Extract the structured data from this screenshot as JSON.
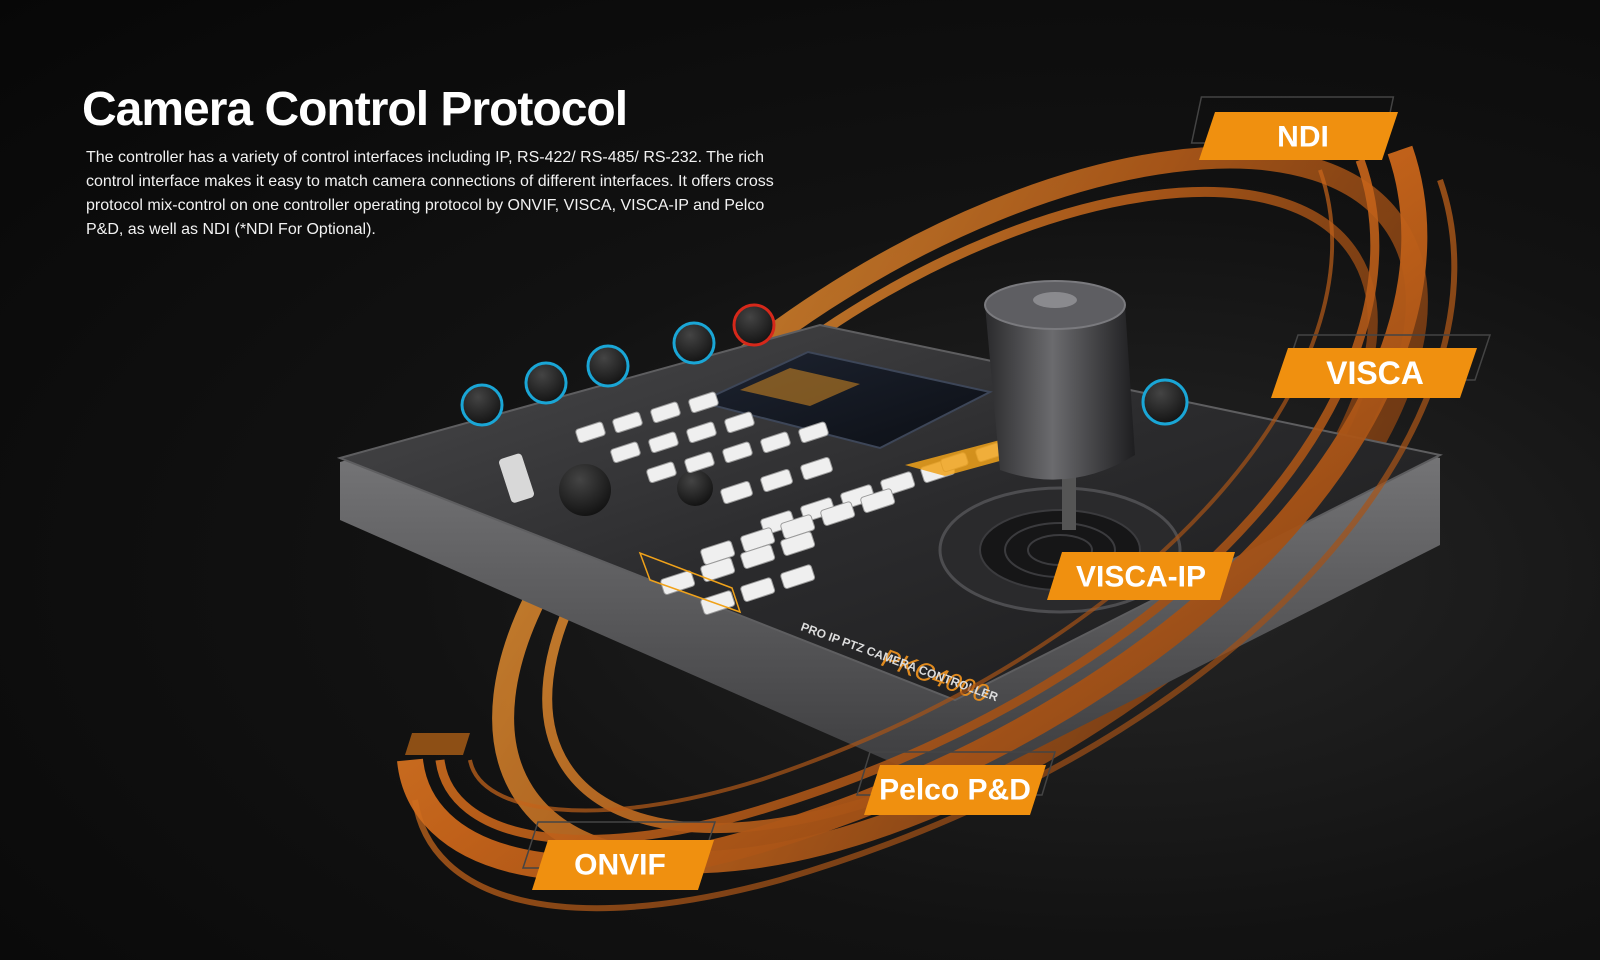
{
  "header": {
    "title": "Camera Control Protocol",
    "description": "The controller has a variety of control interfaces including IP, RS-422/ RS-485/ RS-232. The rich control interface makes it easy to match camera connections of different interfaces. It offers cross protocol mix-control on one controller operating protocol by ONVIF, VISCA, VISCA-IP and Pelco P&D, as well as NDI (*NDI For Optional)."
  },
  "protocols": {
    "ndi": "NDI",
    "visca": "VISCA",
    "visca_ip": "VISCA-IP",
    "pelco": "Pelco P&D",
    "onvif": "ONVIF"
  },
  "product": {
    "model": "PKC4000",
    "subtitle": "PRO IP PTZ CAMERA CONTROLLER"
  },
  "colors": {
    "accent": "#f0900f",
    "ring": "#e07a1e",
    "background": "#0b0b0b",
    "text": "#ffffff"
  }
}
